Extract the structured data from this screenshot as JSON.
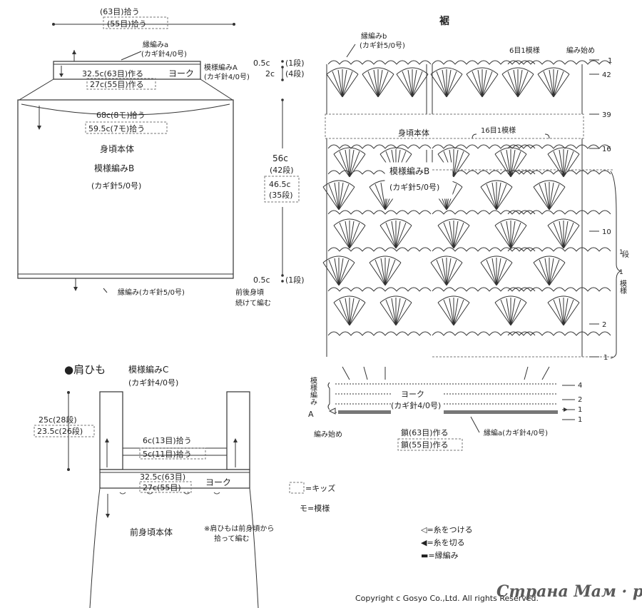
{
  "top_left": {
    "pick_63": "(63目)拾う",
    "pick_55": "(55目)拾う",
    "edge_a": "縁編みa",
    "edge_a_hook": "(カギ針4/0号)",
    "pattern_a": "模様編みA",
    "pattern_a_hook": "(カギ針4/0号)",
    "yoke_width_63": "32.5c(63目)作る",
    "yoke_label": "ヨーク",
    "yoke_width_55": "27c(55目)作る",
    "body_68": "68c(8モ)拾う",
    "body_595": "59.5c(7モ)拾う",
    "body_title": "身頃本体",
    "body_pattern": "模様編みB",
    "body_hook": "(カギ針5/0号)",
    "height_56": "56c",
    "height_42": "(42段)",
    "height_465": "46.5c",
    "height_35": "(35段)",
    "top_05": "0.5c",
    "top_1r": "(1段)",
    "top_2c": "2c",
    "top_4r": "(4段)",
    "bottom_05": "0.5c",
    "bottom_1r": "(1段)",
    "bottom_edge": "縁編み(カギ針5/0号)",
    "front_back_1": "前後身頃",
    "front_back_2": "続けて編む"
  },
  "strap": {
    "title": "●肩ひも",
    "pattern": "模様編みC",
    "hook": "(カギ針4/0号)",
    "len_25": "25c(28段)",
    "len_235": "23.5c(26段)",
    "w_6": "6c(13目)拾う",
    "w_5": "5c(11目)拾う",
    "yoke_63": "32.5c(63目)",
    "yoke_label": "ヨーク",
    "yoke_55": "27c(55目)",
    "front_body": "前身頃本体",
    "note_1": "※肩ひもは前身頃から",
    "note_2": "拾って編む"
  },
  "legend": {
    "kids": "=キッズ",
    "mo": "モ=模様",
    "attach": "◁=糸をつける",
    "cut": "◀=糸を切る",
    "edge": "▬=縁編み"
  },
  "chart": {
    "title": "裾",
    "edge_b": "縁編みb",
    "edge_b_hook": "(カギ針5/0号)",
    "repeat_6": "6目1模様",
    "start_top": "編み始め",
    "body_title": "身頃本体",
    "repeat_16": "16目1模様",
    "pattern_b": "模様編みB",
    "pattern_b_hook": "(カギ針5/0号)",
    "row_labels": [
      "1",
      "42",
      "39",
      "16",
      "10",
      "2",
      "1"
    ],
    "side_1": "1",
    "side_dan": "段",
    "side_1b": "1",
    "side_moyou": "模様",
    "yoke_pat_v": "模様編み",
    "yoke": "ヨーク",
    "yoke_hook": "(カギ針4/0号)",
    "yoke_rows": [
      "4",
      "2",
      "1",
      "1"
    ],
    "a_mark": "A",
    "start_bottom": "編み始め",
    "chain_63": "鎖(63目)作る",
    "chain_55": "鎖(55目)作る",
    "edge_a": "縁編a(カギ針4/0号)"
  },
  "footer": {
    "copyright": "Copyright c Gosyo Co.,Ltd. All rights Reserved.",
    "watermark": "Страна Мам · ру"
  }
}
